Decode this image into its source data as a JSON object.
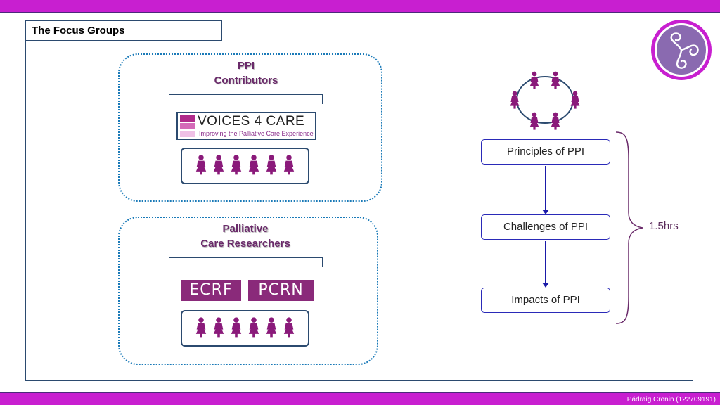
{
  "slide": {
    "title": "The Focus Groups",
    "footer": "Pádraig Cronin (122709191)"
  },
  "group1": {
    "label_line1": "PPI",
    "label_line2": "Contributors",
    "logo_title": "VOICES 4 CARE",
    "logo_subtitle": "Improving the Palliative Care Experience",
    "people_count": 6
  },
  "group2": {
    "label_line1": "Palliative",
    "label_line2": "Care Researchers",
    "tags": [
      "ECRF",
      "PCRN"
    ],
    "people_count": 6
  },
  "flow": {
    "steps": [
      "Principles of PPI",
      "Challenges of PPI",
      "Impacts of PPI"
    ],
    "duration": "1.5hrs"
  },
  "colors": {
    "accent_bar": "#c81fd0",
    "frame": "#2b4a6f",
    "person": "#8a1a7a",
    "label": "#6a2a6a",
    "arrow": "#1a1aa8",
    "tag_bg": "#8a2a7a"
  }
}
